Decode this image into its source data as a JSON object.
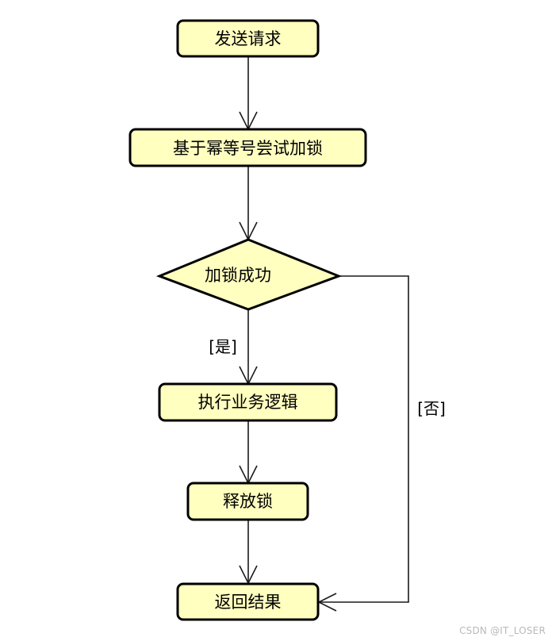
{
  "colors": {
    "node_fill": "#ffffc0",
    "stroke": "#000000",
    "line": "#1a1a1a"
  },
  "nodes": {
    "send": "发送请求",
    "lock": "基于幂等号尝试加锁",
    "decision": "加锁成功",
    "exec": "执行业务逻辑",
    "release": "释放锁",
    "result": "返回结果"
  },
  "edges": {
    "yes": "[是]",
    "no": "[否]"
  },
  "watermark": "CSDN @IT_LOSER"
}
